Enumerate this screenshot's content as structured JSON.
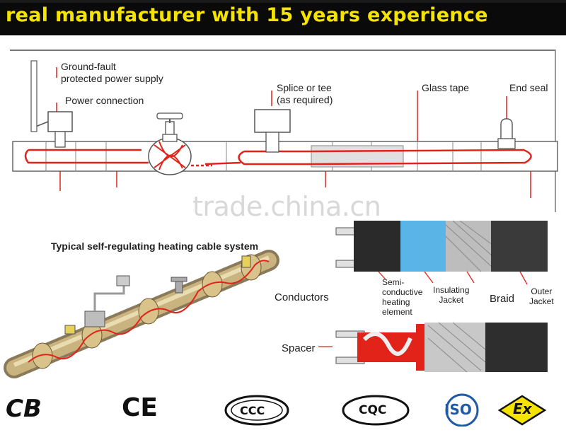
{
  "banner": {
    "text": "real manufacturer with 15 years experience"
  },
  "top_diagram": {
    "labels": {
      "gfpps": "Ground-fault\nprotected power supply",
      "power_connection": "Power connection",
      "splice": "Splice or tee\n(as required)",
      "glass_tape": "Glass tape",
      "end_seal": "End seal"
    }
  },
  "watermark": "trade.china.cn",
  "system_title": "Typical self-regulating heating cable system",
  "cable_diagram": {
    "labels": {
      "conductors": "Conductors",
      "semi": "Semi-\nconductive\nheating\nelement",
      "insulating": "Insulating\nJacket",
      "braid": "Braid",
      "outer": "Outer\nJacket",
      "spacer": "Spacer"
    }
  },
  "certifications": [
    "CB",
    "CE",
    "CCC",
    "CQC",
    "ISO",
    "Ex"
  ],
  "colors": {
    "banner_bg": "#0a0a0a",
    "banner_text": "#f5e400",
    "heat_line": "#e2231a",
    "insulation_blue": "#5ab4e6"
  }
}
